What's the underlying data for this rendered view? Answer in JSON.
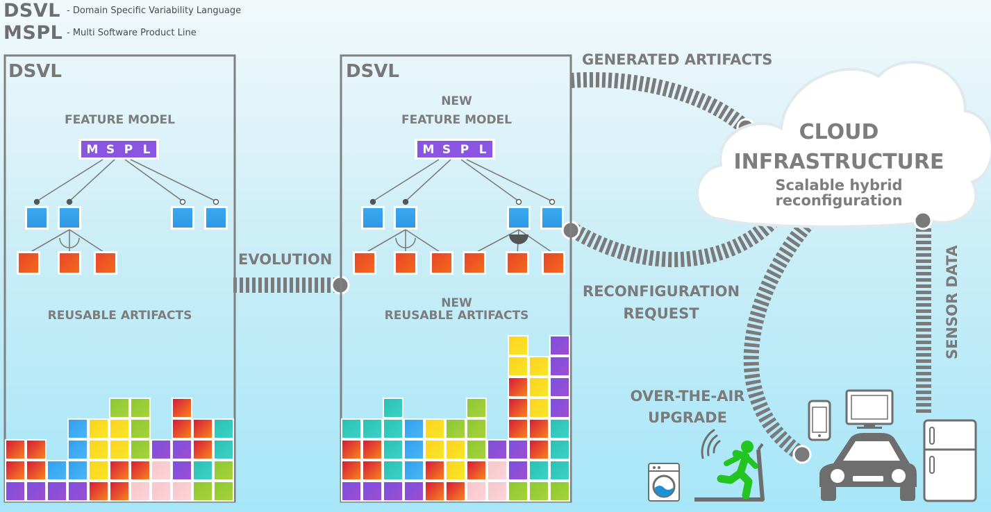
{
  "legend": [
    {
      "abbr": "DSVL",
      "definition": "- Domain Specific Variability Language"
    },
    {
      "abbr": "MSPL",
      "definition": "- Multi Software Product Line"
    }
  ],
  "left_box": {
    "title": "DSVL",
    "feature_model_label": "FEATURE MODEL",
    "root_letters": [
      "M",
      "S",
      "P",
      "L"
    ],
    "artifacts_label": "REUSABLE ARTIFACTS"
  },
  "right_box": {
    "title": "DSVL",
    "feature_model_label_1": "NEW",
    "feature_model_label_2": "FEATURE MODEL",
    "root_letters": [
      "M",
      "S",
      "P",
      "L"
    ],
    "artifacts_label_1": "NEW",
    "artifacts_label_2": "REUSABLE ARTIFACTS"
  },
  "labels": {
    "evolution": "EVOLUTION",
    "generated_artifacts": "GENERATED ARTIFACTS",
    "reconfiguration_request_1": "RECONFIGURATION",
    "reconfiguration_request_2": "REQUEST",
    "ota_1": "OVER-THE-AIR",
    "ota_2": "UPGRADE",
    "sensor_data": "SENSOR DATA"
  },
  "cloud": {
    "title_1": "CLOUD",
    "title_2": "INFRASTRUCTURE",
    "subtitle_1": "Scalable hybrid",
    "subtitle_2": "reconfiguration"
  },
  "colors": {
    "root": "#8a55e0",
    "feature": "#3aa8ef",
    "subfeature": "#ee5a22",
    "connector": "#7c7c7c",
    "device": "#6e6e6e",
    "runner": "#22c422",
    "box_border": "#808080"
  },
  "icons": [
    "cloud-icon",
    "car-icon",
    "smartphone-icon",
    "monitor-icon",
    "fridge-icon",
    "washing-machine-icon",
    "runner-on-treadmill-icon",
    "wifi-icon"
  ]
}
